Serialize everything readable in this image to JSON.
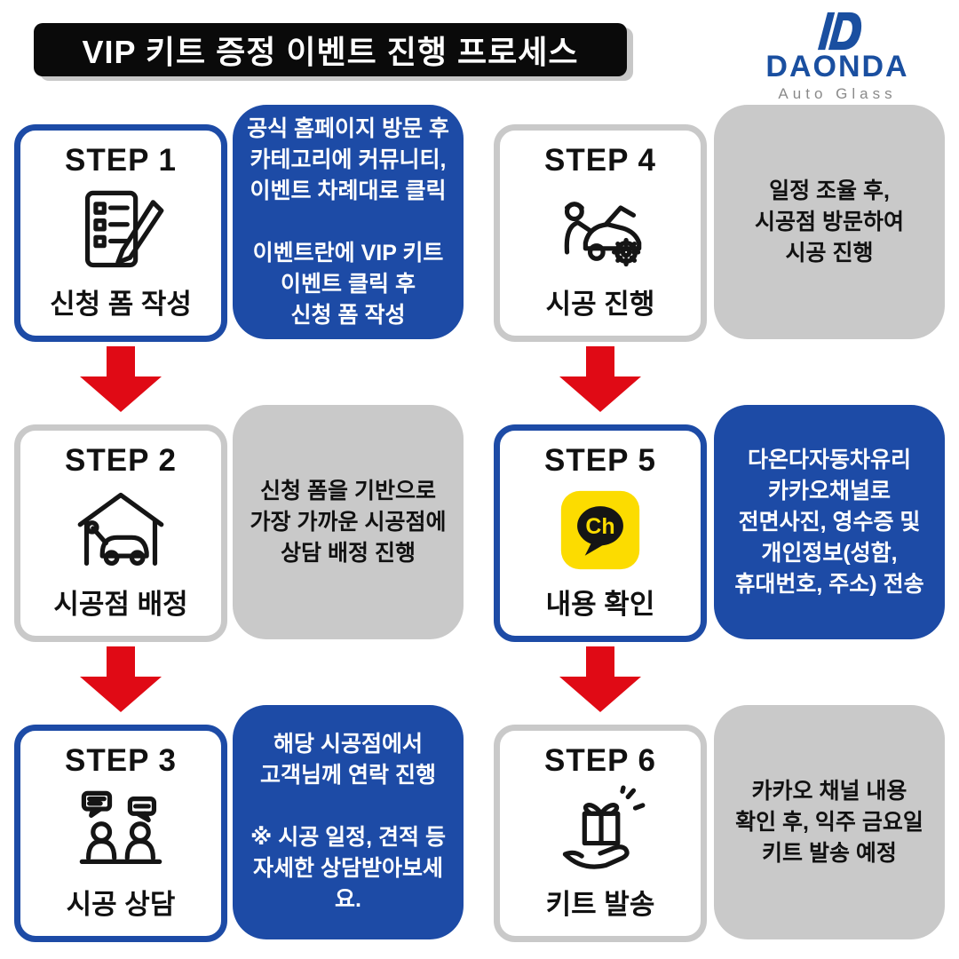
{
  "header": {
    "title": "VIP 키트 증정 이벤트 진행 프로세스",
    "brand": "DAONDA",
    "brand_subtitle": "Auto Glass"
  },
  "colors": {
    "accent_blue": "#1d4ba6",
    "light_gray": "#c9c9c9",
    "arrow_red": "#e00a15",
    "kakao_yellow": "#fcdc00",
    "banner_black": "#0a0a0a",
    "logo_blue": "#1a4fa0"
  },
  "steps": [
    {
      "title": "STEP 1",
      "label": "신청 폼 작성",
      "icon": "form-pencil-icon",
      "card_style": "blue",
      "desc_style": "blue",
      "desc": "공식 홈페이지 방문 후\n카테고리에 커뮤니티,\n이벤트 차례대로 클릭\n\n이벤트란에 VIP 키트\n이벤트 클릭 후\n신청 폼 작성"
    },
    {
      "title": "STEP 2",
      "label": "시공점 배정",
      "icon": "garage-car-icon",
      "card_style": "gray",
      "desc_style": "gray",
      "desc": "신청 폼을 기반으로\n가장 가까운 시공점에\n상담 배정 진행"
    },
    {
      "title": "STEP 3",
      "label": "시공 상담",
      "icon": "consultation-icon",
      "card_style": "blue",
      "desc_style": "blue",
      "desc": "해당 시공점에서\n고객님께 연락 진행\n\n※ 시공 일정, 견적 등\n자세한 상담받아보세요."
    },
    {
      "title": "STEP 4",
      "label": "시공 진행",
      "icon": "mechanic-car-icon",
      "card_style": "gray",
      "desc_style": "gray",
      "desc": "일정 조율 후,\n시공점 방문하여\n시공 진행"
    },
    {
      "title": "STEP 5",
      "label": "내용 확인",
      "icon": "kakao-channel-icon",
      "icon_text": "Ch",
      "card_style": "blue",
      "desc_style": "blue",
      "desc": "다온다자동차유리\n카카오채널로\n전면사진, 영수증 및\n개인정보(성함,\n휴대번호, 주소) 전송"
    },
    {
      "title": "STEP 6",
      "label": "키트 발송",
      "icon": "gift-hand-icon",
      "card_style": "gray",
      "desc_style": "gray",
      "desc": "카카오 채널 내용\n확인 후, 익주 금요일\n키트 발송 예정"
    }
  ]
}
